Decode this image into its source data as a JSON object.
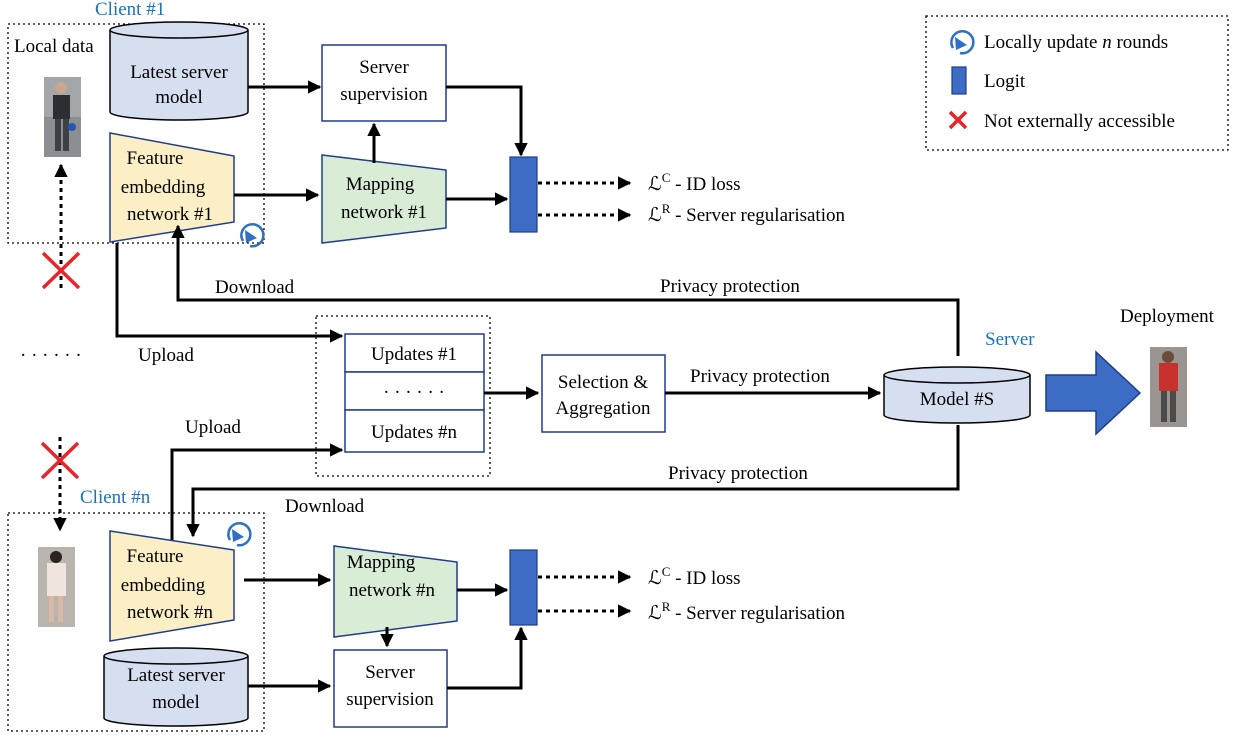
{
  "legend": {
    "update_label": "Locally update",
    "update_n": "n",
    "update_rounds": "rounds",
    "logit_label": "Logit",
    "not_accessible_label": "Not externally accessible"
  },
  "client1": {
    "title": "Client #1",
    "local_data": "Local data",
    "server_model_line1": "Latest server",
    "server_model_line2": "model",
    "supervision_line1": "Server",
    "supervision_line2": "supervision",
    "feature_line1": "Feature",
    "feature_line2": "embedding",
    "feature_line3": "network #1",
    "mapping_line1": "Mapping",
    "mapping_line2": "network #1",
    "loss_c_symbol": "ℒ",
    "loss_c_sup": "C",
    "loss_c_text": " - ID loss",
    "loss_r_symbol": "ℒ",
    "loss_r_sup": "R",
    "loss_r_text": " - Server regularisation"
  },
  "clientn": {
    "title": "Client #n",
    "server_model_line1": "Latest server",
    "server_model_line2": "model",
    "supervision_line1": "Server",
    "supervision_line2": "supervision",
    "feature_line1": "Feature",
    "feature_line2": "embedding",
    "feature_line3": "network #n",
    "mapping_line1": "Mapping",
    "mapping_line2": "network #n",
    "loss_c_symbol": "ℒ",
    "loss_c_sup": "C",
    "loss_c_text": " - ID loss",
    "loss_r_symbol": "ℒ",
    "loss_r_sup": "R",
    "loss_r_text": " - Server regularisation"
  },
  "flows": {
    "download_top": "Download",
    "privacy_top": "Privacy protection",
    "upload_top": "Upload",
    "clients_ellipsis": "· · · · · ·",
    "upload_bottom": "Upload",
    "download_bottom": "Download",
    "privacy_bottom": "Privacy protection",
    "privacy_mid": "Privacy protection"
  },
  "updates": {
    "item1": "Updates #1",
    "ellipsis": "· · · · · ·",
    "itemn": "Updates #n"
  },
  "aggregation": {
    "line1": "Selection &",
    "line2": "Aggregation"
  },
  "server": {
    "title": "Server",
    "model": "Model #S"
  },
  "deployment": {
    "label": "Deployment"
  },
  "colors": {
    "client_title": "#1a73b8",
    "cylinder_fill": "#d6dff0",
    "feature_fill": "#fcefc6",
    "mapping_fill": "#d8ecd6",
    "logit_fill": "#3d6cc4",
    "cross": "#e8232a",
    "deploy_arrow": "#3d6cc4"
  }
}
